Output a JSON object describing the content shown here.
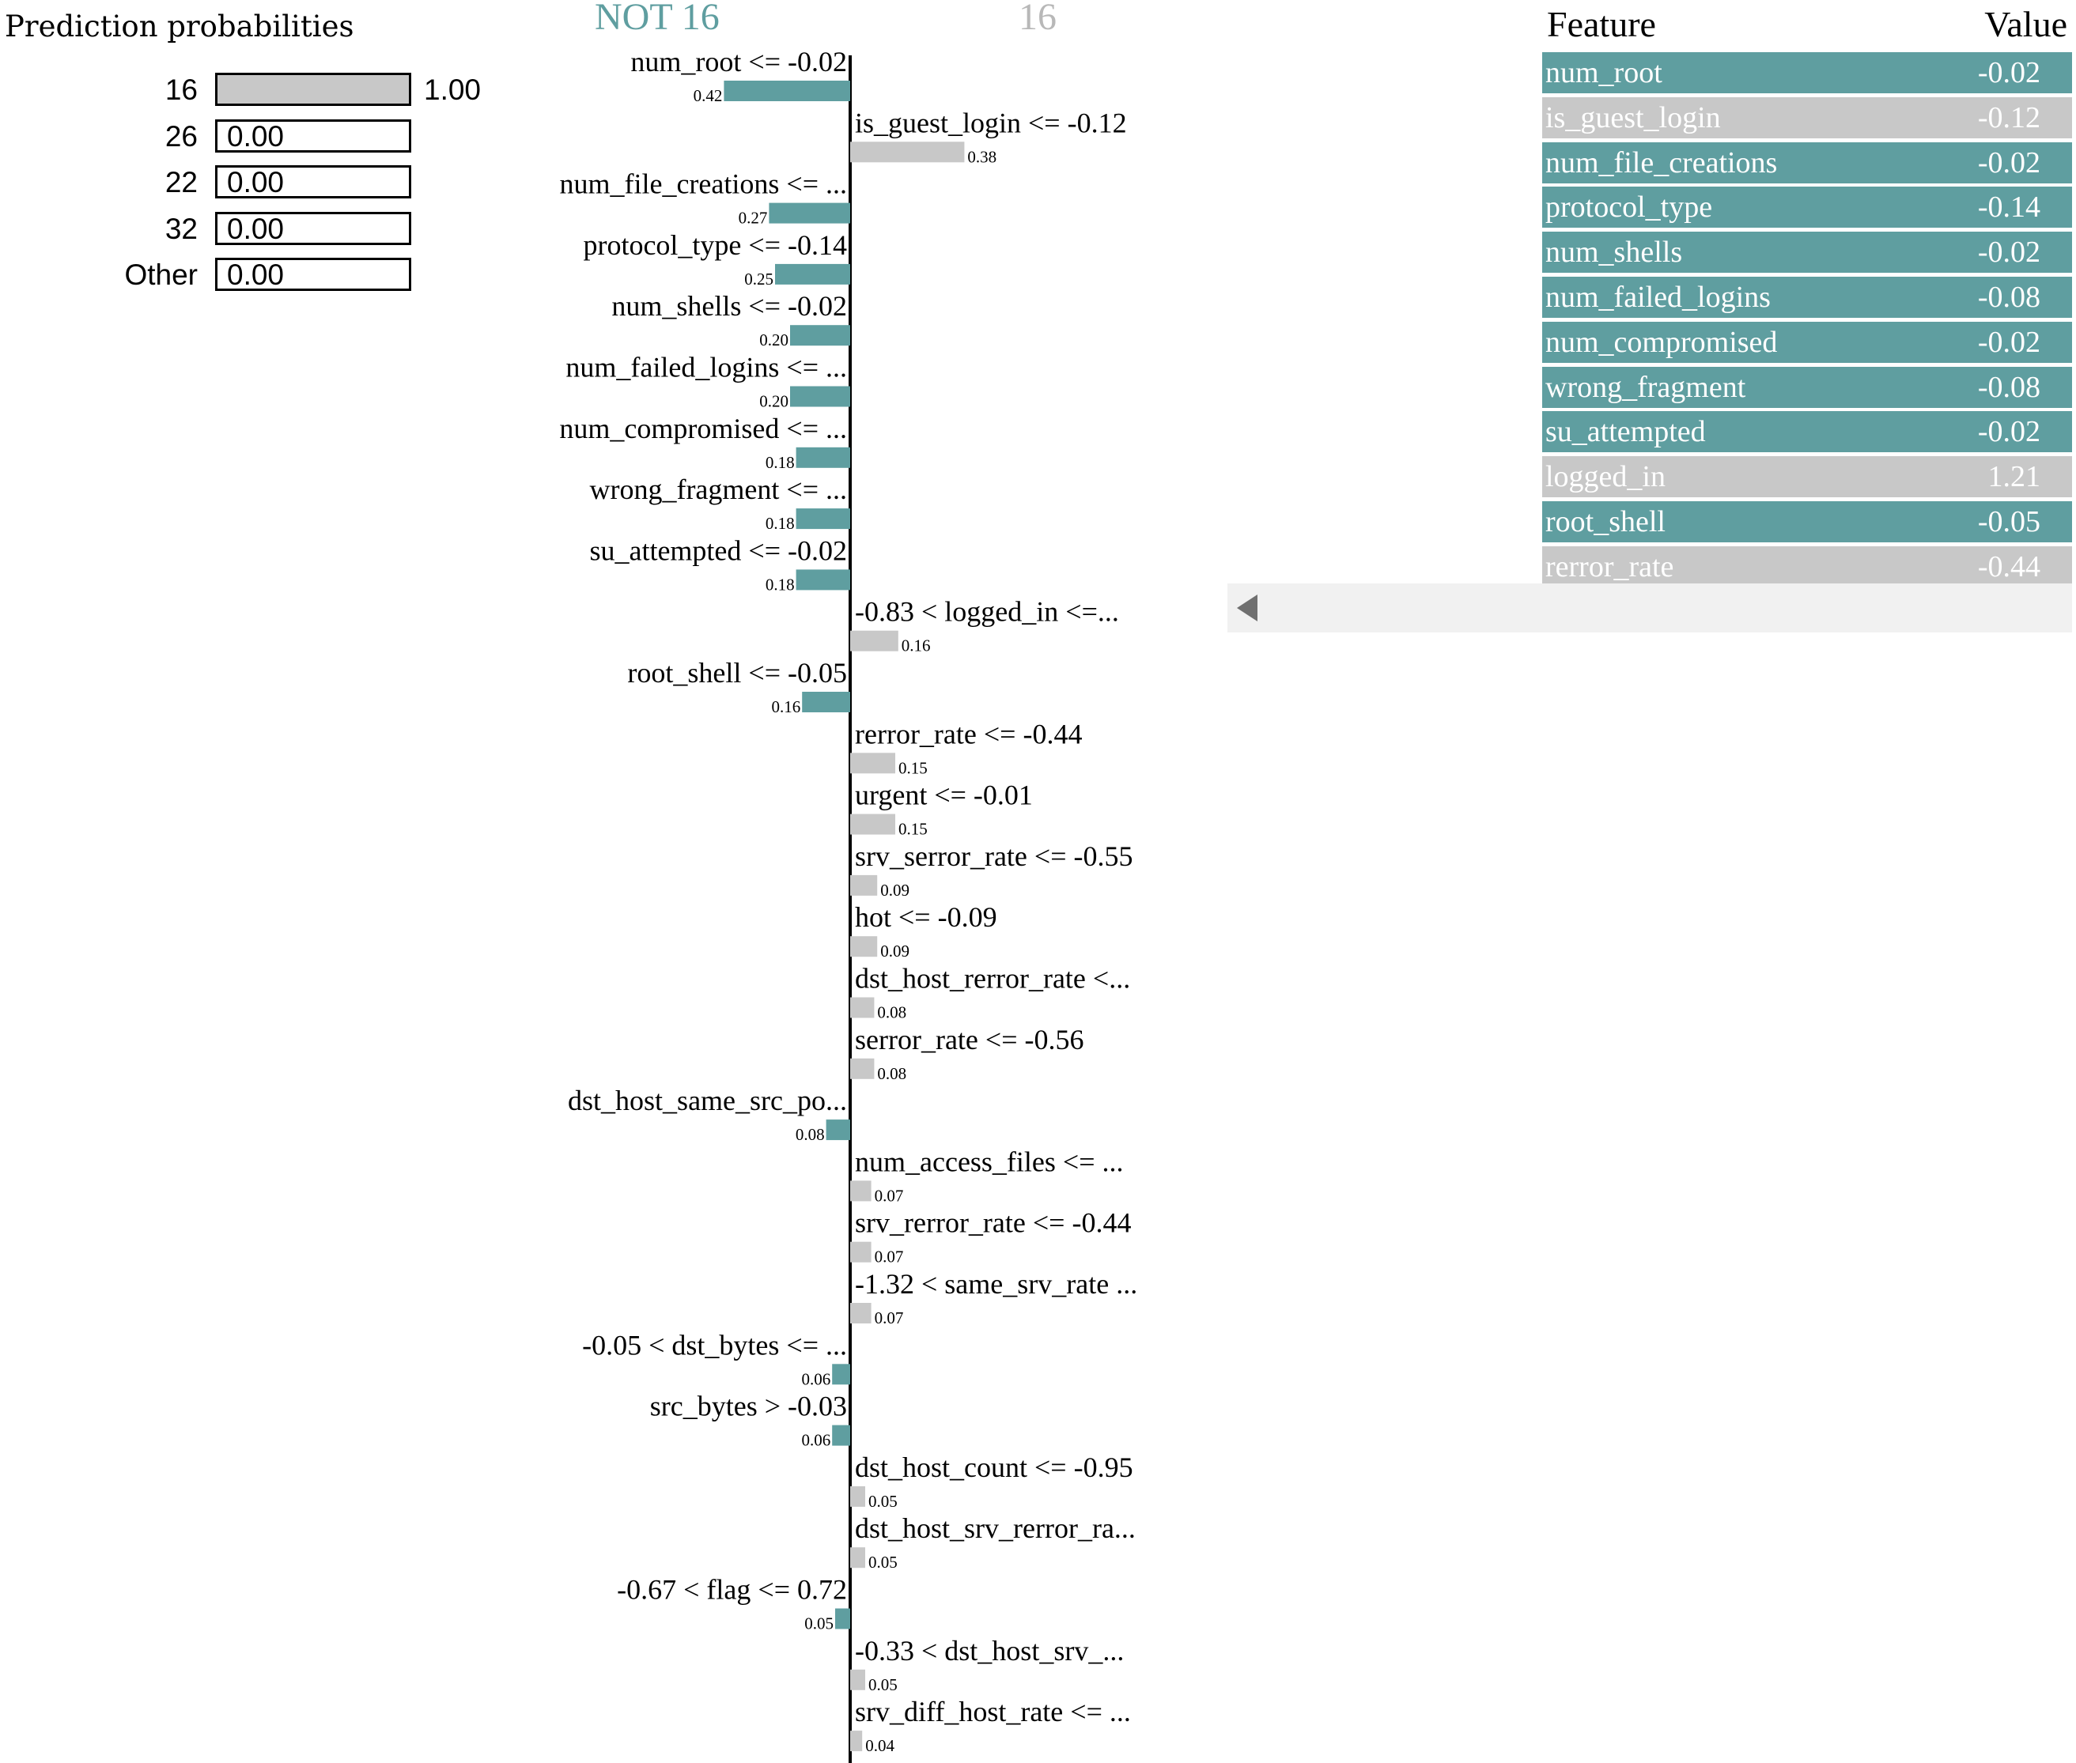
{
  "proba": {
    "title": "Prediction probabilities",
    "rows": [
      {
        "label": "16",
        "value": 1.0,
        "display": "1.00"
      },
      {
        "label": "26",
        "value": 0.0,
        "display": "0.00"
      },
      {
        "label": "22",
        "value": 0.0,
        "display": "0.00"
      },
      {
        "label": "32",
        "value": 0.0,
        "display": "0.00"
      },
      {
        "label": "Other",
        "value": 0.0,
        "display": "0.00"
      }
    ]
  },
  "colors": {
    "negative": "#5f9ea0",
    "positive": "#c8c8c8",
    "proba_fill": "#c8c8c8"
  },
  "chart_data": {
    "type": "bar",
    "orientation": "horizontal",
    "neg_label": "NOT 16",
    "pos_label": "16",
    "bars": [
      {
        "label": "num_root <= -0.02",
        "value": 0.42,
        "side": "neg"
      },
      {
        "label": "is_guest_login <= -0.12",
        "value": 0.38,
        "side": "pos"
      },
      {
        "label": "num_file_creations <= ...",
        "value": 0.27,
        "side": "neg"
      },
      {
        "label": "protocol_type <= -0.14",
        "value": 0.25,
        "side": "neg"
      },
      {
        "label": "num_shells <= -0.02",
        "value": 0.2,
        "side": "neg"
      },
      {
        "label": "num_failed_logins <= ...",
        "value": 0.2,
        "side": "neg"
      },
      {
        "label": "num_compromised <= ...",
        "value": 0.18,
        "side": "neg"
      },
      {
        "label": "wrong_fragment <= ...",
        "value": 0.18,
        "side": "neg"
      },
      {
        "label": "su_attempted <= -0.02",
        "value": 0.18,
        "side": "neg"
      },
      {
        "label": "-0.83 < logged_in <=...",
        "value": 0.16,
        "side": "pos"
      },
      {
        "label": "root_shell <= -0.05",
        "value": 0.16,
        "side": "neg"
      },
      {
        "label": "rerror_rate <= -0.44",
        "value": 0.15,
        "side": "pos"
      },
      {
        "label": "urgent <= -0.01",
        "value": 0.15,
        "side": "pos"
      },
      {
        "label": "srv_serror_rate <= -0.55",
        "value": 0.09,
        "side": "pos"
      },
      {
        "label": "hot <= -0.09",
        "value": 0.09,
        "side": "pos"
      },
      {
        "label": "dst_host_rerror_rate <...",
        "value": 0.08,
        "side": "pos"
      },
      {
        "label": "serror_rate <= -0.56",
        "value": 0.08,
        "side": "pos"
      },
      {
        "label": "dst_host_same_src_po...",
        "value": 0.08,
        "side": "neg"
      },
      {
        "label": "num_access_files <= ...",
        "value": 0.07,
        "side": "pos"
      },
      {
        "label": "srv_rerror_rate <= -0.44",
        "value": 0.07,
        "side": "pos"
      },
      {
        "label": "-1.32 < same_srv_rate ...",
        "value": 0.07,
        "side": "pos"
      },
      {
        "label": "-0.05 < dst_bytes <= ...",
        "value": 0.06,
        "side": "neg"
      },
      {
        "label": "src_bytes > -0.03",
        "value": 0.06,
        "side": "neg"
      },
      {
        "label": "dst_host_count <= -0.95",
        "value": 0.05,
        "side": "pos"
      },
      {
        "label": "dst_host_srv_rerror_ra...",
        "value": 0.05,
        "side": "pos"
      },
      {
        "label": "-0.67 < flag <= 0.72",
        "value": 0.05,
        "side": "neg"
      },
      {
        "label": "-0.33 < dst_host_srv_...",
        "value": 0.05,
        "side": "pos"
      },
      {
        "label": "srv_diff_host_rate <= ...",
        "value": 0.04,
        "side": "pos"
      }
    ]
  },
  "table": {
    "header_feature": "Feature",
    "header_value": "Value",
    "rows": [
      {
        "feature": "num_root",
        "value": "-0.02",
        "side": "neg"
      },
      {
        "feature": "is_guest_login",
        "value": "-0.12",
        "side": "pos"
      },
      {
        "feature": "num_file_creations",
        "value": "-0.02",
        "side": "neg"
      },
      {
        "feature": "protocol_type",
        "value": "-0.14",
        "side": "neg"
      },
      {
        "feature": "num_shells",
        "value": "-0.02",
        "side": "neg"
      },
      {
        "feature": "num_failed_logins",
        "value": "-0.08",
        "side": "neg"
      },
      {
        "feature": "num_compromised",
        "value": "-0.02",
        "side": "neg"
      },
      {
        "feature": "wrong_fragment",
        "value": "-0.08",
        "side": "neg"
      },
      {
        "feature": "su_attempted",
        "value": "-0.02",
        "side": "neg"
      },
      {
        "feature": "logged_in",
        "value": "1.21",
        "side": "pos"
      },
      {
        "feature": "root_shell",
        "value": "-0.05",
        "side": "neg"
      },
      {
        "feature": "rerror_rate",
        "value": "-0.44",
        "side": "pos"
      }
    ]
  },
  "scrollbar": {
    "icon": "scroll-left-arrow-icon"
  }
}
